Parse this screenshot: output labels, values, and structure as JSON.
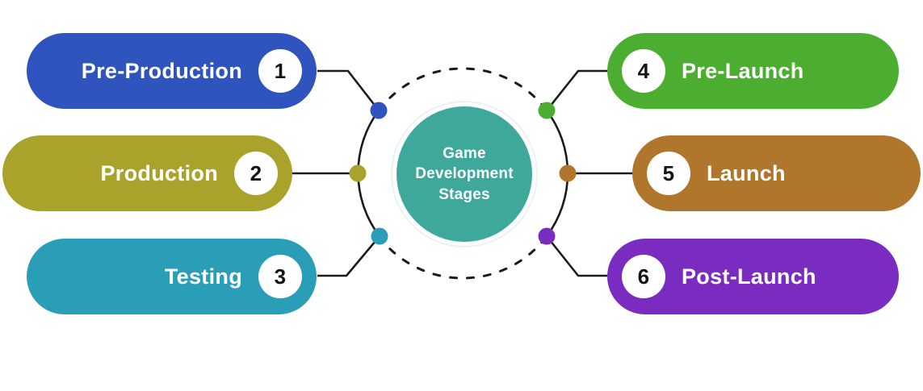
{
  "center": {
    "title": "Game Development Stages",
    "fill": "#3ea99b"
  },
  "stages": [
    {
      "number": "1",
      "label": "Pre-Production",
      "color": "#3054bd",
      "side": "left"
    },
    {
      "number": "2",
      "label": "Production",
      "color": "#a9a32b",
      "side": "left"
    },
    {
      "number": "3",
      "label": "Testing",
      "color": "#2b9eb7",
      "side": "left"
    },
    {
      "number": "4",
      "label": "Pre-Launch",
      "color": "#4cae31",
      "side": "right"
    },
    {
      "number": "5",
      "label": "Launch",
      "color": "#b0772c",
      "side": "right"
    },
    {
      "number": "6",
      "label": "Post-Launch",
      "color": "#7a2cc0",
      "side": "right"
    }
  ],
  "colors": {
    "connector": "#1b1b1b",
    "badge_bg": "#ffffff",
    "badge_text": "#141414",
    "background": "#ffffff"
  }
}
